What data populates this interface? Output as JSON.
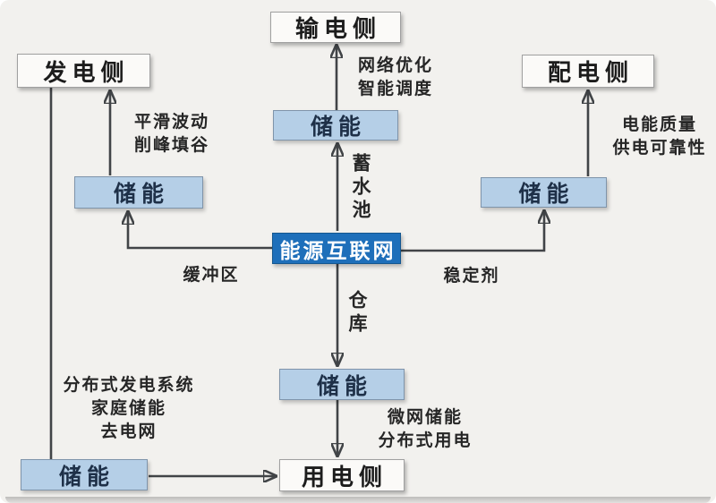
{
  "nodes": {
    "generation": "发电侧",
    "transmission": "输电侧",
    "distribution": "配电侧",
    "consumption": "用电侧",
    "energy_internet": "能源互联网",
    "storage_top": "储能",
    "storage_left": "储能",
    "storage_right": "储能",
    "storage_mid": "储能",
    "storage_bottom_left": "储能"
  },
  "edge_labels": {
    "network_optimization": "网络优化",
    "smart_dispatch": "智能调度",
    "smooth_fluctuation": "平滑波动",
    "peak_shaving": "削峰填谷",
    "power_quality": "电能质量",
    "supply_reliability": "供电可靠性",
    "reservoir": "蓄水池",
    "buffer_zone": "缓冲区",
    "stabilizer": "稳定剂",
    "warehouse": "仓库",
    "microgrid_storage": "微网储能",
    "distributed_consumption": "分布式用电",
    "distributed_generation": "分布式发电系统",
    "home_storage": "家庭储能",
    "off_grid": "去电网"
  },
  "colors": {
    "canvas_bg": "#f2f1ee",
    "center_box_bg": "#1e6fba",
    "center_box_text": "#ffffff",
    "storage_bg": "#b5cfe7",
    "storage_border": "#7f94aa",
    "storage_text": "#1e3048",
    "side_bg": "#fbfaf8",
    "side_border": "#a0a0a0",
    "side_text": "#1c1c1c",
    "line": "#414447",
    "note_text": "#262626",
    "edge_strip": "#bdbcba"
  }
}
